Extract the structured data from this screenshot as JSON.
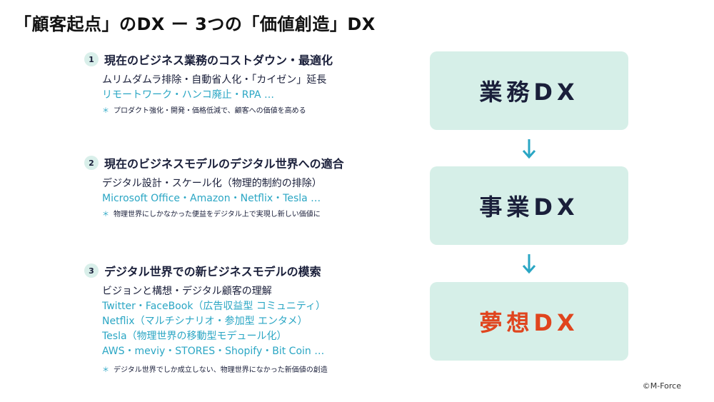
{
  "title": "「顧客起点」のDX ー 3つの「価値創造」DX",
  "sections": [
    {
      "number": "1",
      "heading": "現在のビジネス業務のコストダウン・最適化",
      "lines": [
        {
          "text": "ムリムダムラ排除・自動省人化・「カイゼン」延長",
          "tone": "dark"
        },
        {
          "text": "リモートワーク・ハンコ廃止・RPA …",
          "tone": "teal"
        }
      ],
      "note": "プロダクト強化・開発・価格低減で、顧客への価値を高める"
    },
    {
      "number": "2",
      "heading": "現在のビジネスモデルのデジタル世界への適合",
      "lines": [
        {
          "text": "デジタル設計・スケール化（物理的制約の排除）",
          "tone": "dark"
        },
        {
          "text": "Microsoft Office・Amazon・Netflix・Tesla …",
          "tone": "teal"
        }
      ],
      "note": "物理世界にしかなかった便益をデジタル上で実現し新しい価値に"
    },
    {
      "number": "3",
      "heading": "デジタル世界での新ビジネスモデルの模索",
      "lines": [
        {
          "text": "ビジョンと構想・デジタル顧客の理解",
          "tone": "dark"
        },
        {
          "text": "Twitter・FaceBook（広告収益型 コミュニティ）",
          "tone": "teal"
        },
        {
          "text": "Netflix（マルチシナリオ・参加型 エンタメ）",
          "tone": "teal"
        },
        {
          "text": "Tesla（物理世界の移動型モデュール化）",
          "tone": "teal"
        },
        {
          "text": "AWS・meviy・STORES・Shopify・Bit Coin …",
          "tone": "teal"
        }
      ],
      "note": "デジタル世界でしか成立しない、物理世界になかった新価値の創造"
    }
  ],
  "note_marker": "＊",
  "boxes": [
    {
      "label": "業務DX",
      "color": "#1a1f3a"
    },
    {
      "label": "事業DX",
      "color": "#1a1f3a"
    },
    {
      "label": "夢想DX",
      "color": "#e0451e"
    }
  ],
  "arrow_color": "#2aa6c4",
  "copyright": "©M-Force"
}
